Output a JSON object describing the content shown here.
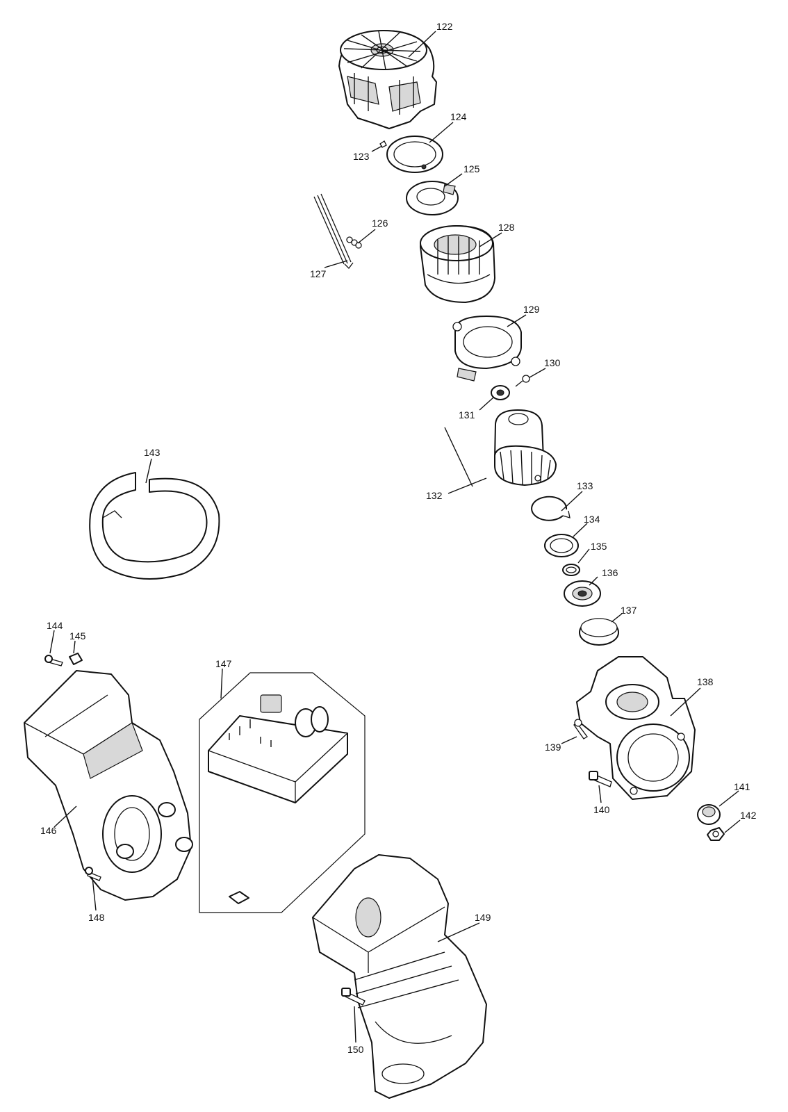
{
  "callouts": {
    "c122": "122",
    "c123": "123",
    "c124": "124",
    "c125": "125",
    "c126": "126",
    "c127": "127",
    "c128": "128",
    "c129": "129",
    "c130": "130",
    "c131": "131",
    "c132": "132",
    "c133": "133",
    "c134": "134",
    "c135": "135",
    "c136": "136",
    "c137": "137",
    "c138": "138",
    "c139": "139",
    "c140": "140",
    "c141": "141",
    "c142": "142",
    "c143": "143",
    "c144": "144",
    "c145": "145",
    "c146": "146",
    "c147": "147",
    "c148": "148",
    "c149": "149",
    "c150": "150"
  }
}
